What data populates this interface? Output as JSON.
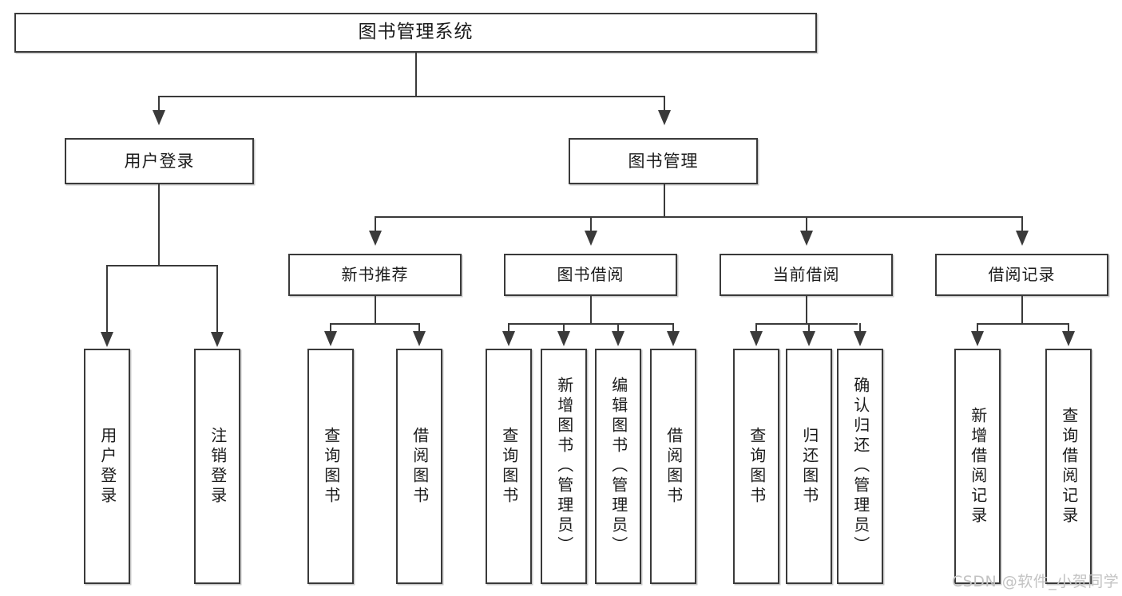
{
  "diagram": {
    "type": "tree-hierarchy-chart",
    "title": "图书管理系统",
    "orientation": "top-down",
    "colors": {
      "box_border": "#3a3a3a",
      "box_fill": "#ffffff",
      "connector": "#3a3a3a",
      "text": "#1b1b1b",
      "watermark": "#c3c3c3",
      "background": "#ffffff"
    },
    "root": {
      "label": "图书管理系统"
    },
    "level1": [
      {
        "id": "user-login",
        "label": "用户登录"
      },
      {
        "id": "book-manage",
        "label": "图书管理"
      }
    ],
    "level2": [
      {
        "id": "new-book-recommend",
        "label": "新书推荐",
        "parent": "book-manage"
      },
      {
        "id": "book-borrow",
        "label": "图书借阅",
        "parent": "book-manage"
      },
      {
        "id": "current-borrow",
        "label": "当前借阅",
        "parent": "book-manage"
      },
      {
        "id": "borrow-record",
        "label": "借阅记录",
        "parent": "book-manage"
      }
    ],
    "leaves": {
      "user-login": [
        {
          "id": "leaf-user-login",
          "label": "用户登录"
        },
        {
          "id": "leaf-user-logout",
          "label": "注销登录"
        }
      ],
      "new-book-recommend": [
        {
          "id": "leaf-query-book-1",
          "label": "查询图书"
        },
        {
          "id": "leaf-borrow-book-1",
          "label": "借阅图书"
        }
      ],
      "book-borrow": [
        {
          "id": "leaf-query-book-2",
          "label": "查询图书"
        },
        {
          "id": "leaf-add-book",
          "label": "新增图书（管理员）"
        },
        {
          "id": "leaf-edit-book",
          "label": "编辑图书（管理员）"
        },
        {
          "id": "leaf-borrow-book-2",
          "label": "借阅图书"
        }
      ],
      "current-borrow": [
        {
          "id": "leaf-query-book-3",
          "label": "查询图书"
        },
        {
          "id": "leaf-return-book",
          "label": "归还图书"
        },
        {
          "id": "leaf-confirm-return",
          "label": "确认归还（管理员）"
        }
      ],
      "borrow-record": [
        {
          "id": "leaf-add-record",
          "label": "新增借阅记录"
        },
        {
          "id": "leaf-query-record",
          "label": "查询借阅记录"
        }
      ]
    }
  },
  "watermark": {
    "text": "CSDN @软件_小贺同学"
  }
}
